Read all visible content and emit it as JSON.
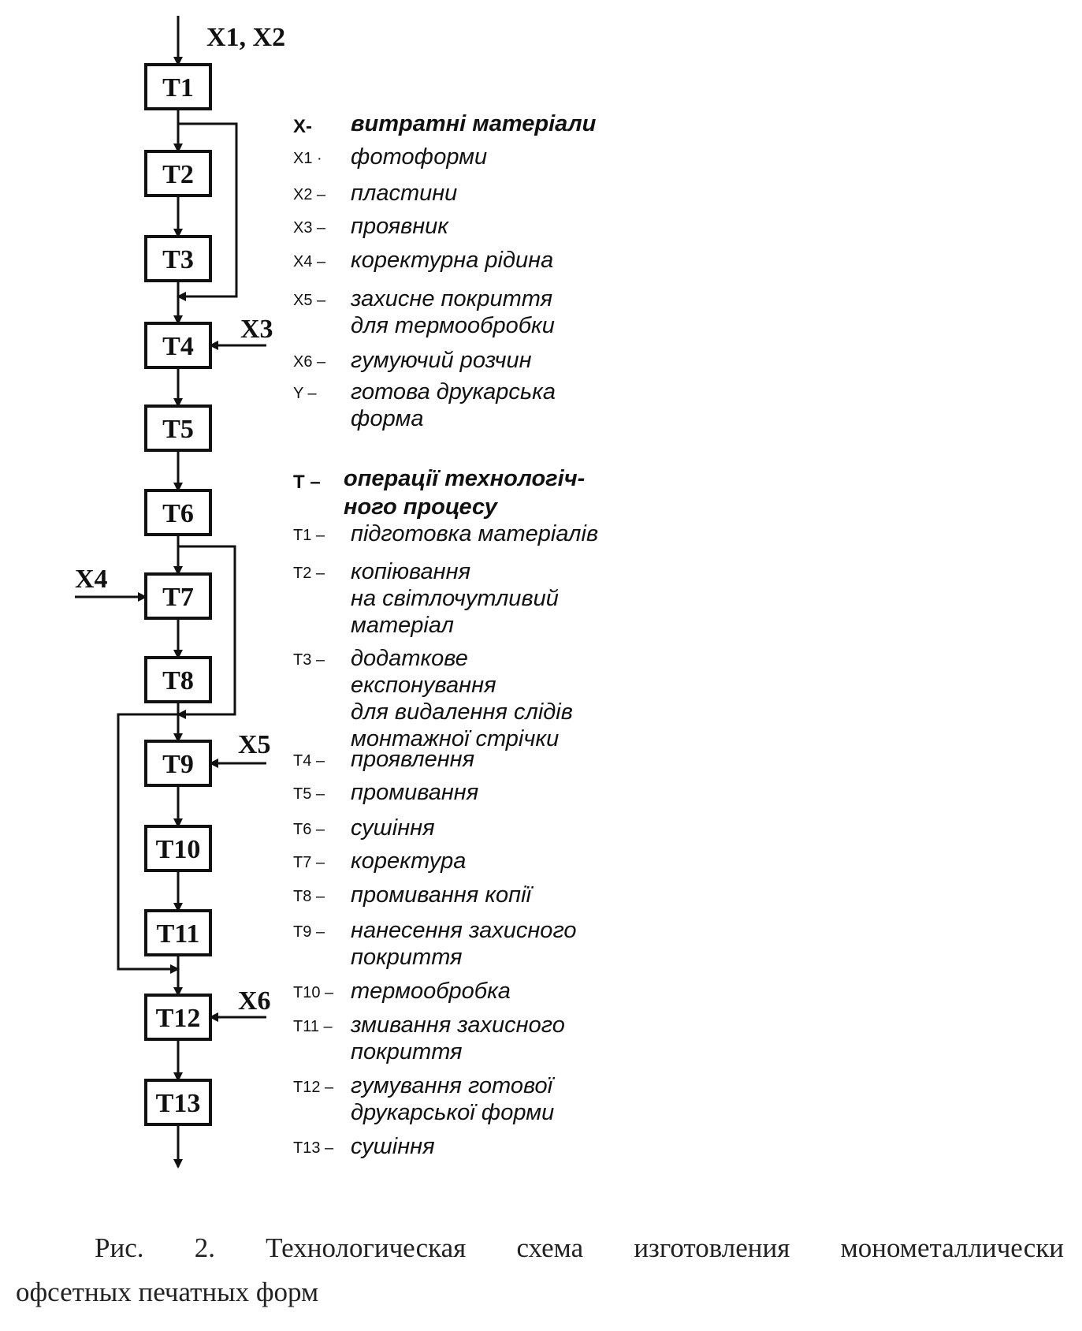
{
  "blocks": [
    "T1",
    "T2",
    "T3",
    "T4",
    "T5",
    "T6",
    "T7",
    "T8",
    "T9",
    "T10",
    "T11",
    "T12",
    "T13"
  ],
  "inputs": {
    "top": "X1, X2",
    "x3": "X3",
    "x4": "X4",
    "x5": "X5",
    "x6": "X6"
  },
  "legend_materials": {
    "header": {
      "code": "X-",
      "text": "витратні матеріали"
    },
    "items": [
      {
        "code": "X1 ·",
        "lines": [
          "фотоформи"
        ]
      },
      {
        "code": "X2 –",
        "lines": [
          "пластини"
        ]
      },
      {
        "code": "X3 –",
        "lines": [
          "проявник"
        ]
      },
      {
        "code": "X4 –",
        "lines": [
          "коректурна рідина"
        ]
      },
      {
        "code": "X5 –",
        "lines": [
          "захисне покриття",
          "для термообробки"
        ]
      },
      {
        "code": "X6 –",
        "lines": [
          "гумуючий розчин"
        ]
      },
      {
        "code": "Y –",
        "lines": [
          "готова друкарська",
          "форма"
        ]
      }
    ]
  },
  "legend_operations": {
    "header": {
      "code": "T –",
      "lines": [
        "операції технологіч-",
        "ного процесу"
      ]
    },
    "items": [
      {
        "code": "T1 –",
        "lines": [
          "підготовка матеріалів"
        ]
      },
      {
        "code": "T2 –",
        "lines": [
          "копіювання",
          "на світлочутливий",
          "матеріал"
        ]
      },
      {
        "code": "T3 –",
        "lines": [
          "додаткове",
          "експонування",
          "для видалення слідів",
          "монтажної стрічки"
        ]
      },
      {
        "code": "T4 –",
        "lines": [
          "проявлення"
        ]
      },
      {
        "code": "T5 –",
        "lines": [
          "промивання"
        ]
      },
      {
        "code": "T6 –",
        "lines": [
          "сушіння"
        ]
      },
      {
        "code": "T7 –",
        "lines": [
          "коректура"
        ]
      },
      {
        "code": "T8 –",
        "lines": [
          "промивання копії"
        ]
      },
      {
        "code": "T9 –",
        "lines": [
          "нанесення захисного",
          "покриття"
        ]
      },
      {
        "code": "T10 –",
        "lines": [
          "термообробка"
        ]
      },
      {
        "code": "T11 –",
        "lines": [
          "змивання захисного",
          "покриття"
        ]
      },
      {
        "code": "T12 –",
        "lines": [
          "гумування готової",
          "друкарської форми"
        ]
      },
      {
        "code": "T13 –",
        "lines": [
          "сушіння"
        ]
      }
    ]
  },
  "caption": {
    "line1": [
      "Рис.",
      "2.",
      "Технологическая",
      "схема",
      "изготовления",
      "монометаллически"
    ],
    "line2": "офсетных печатных форм"
  }
}
